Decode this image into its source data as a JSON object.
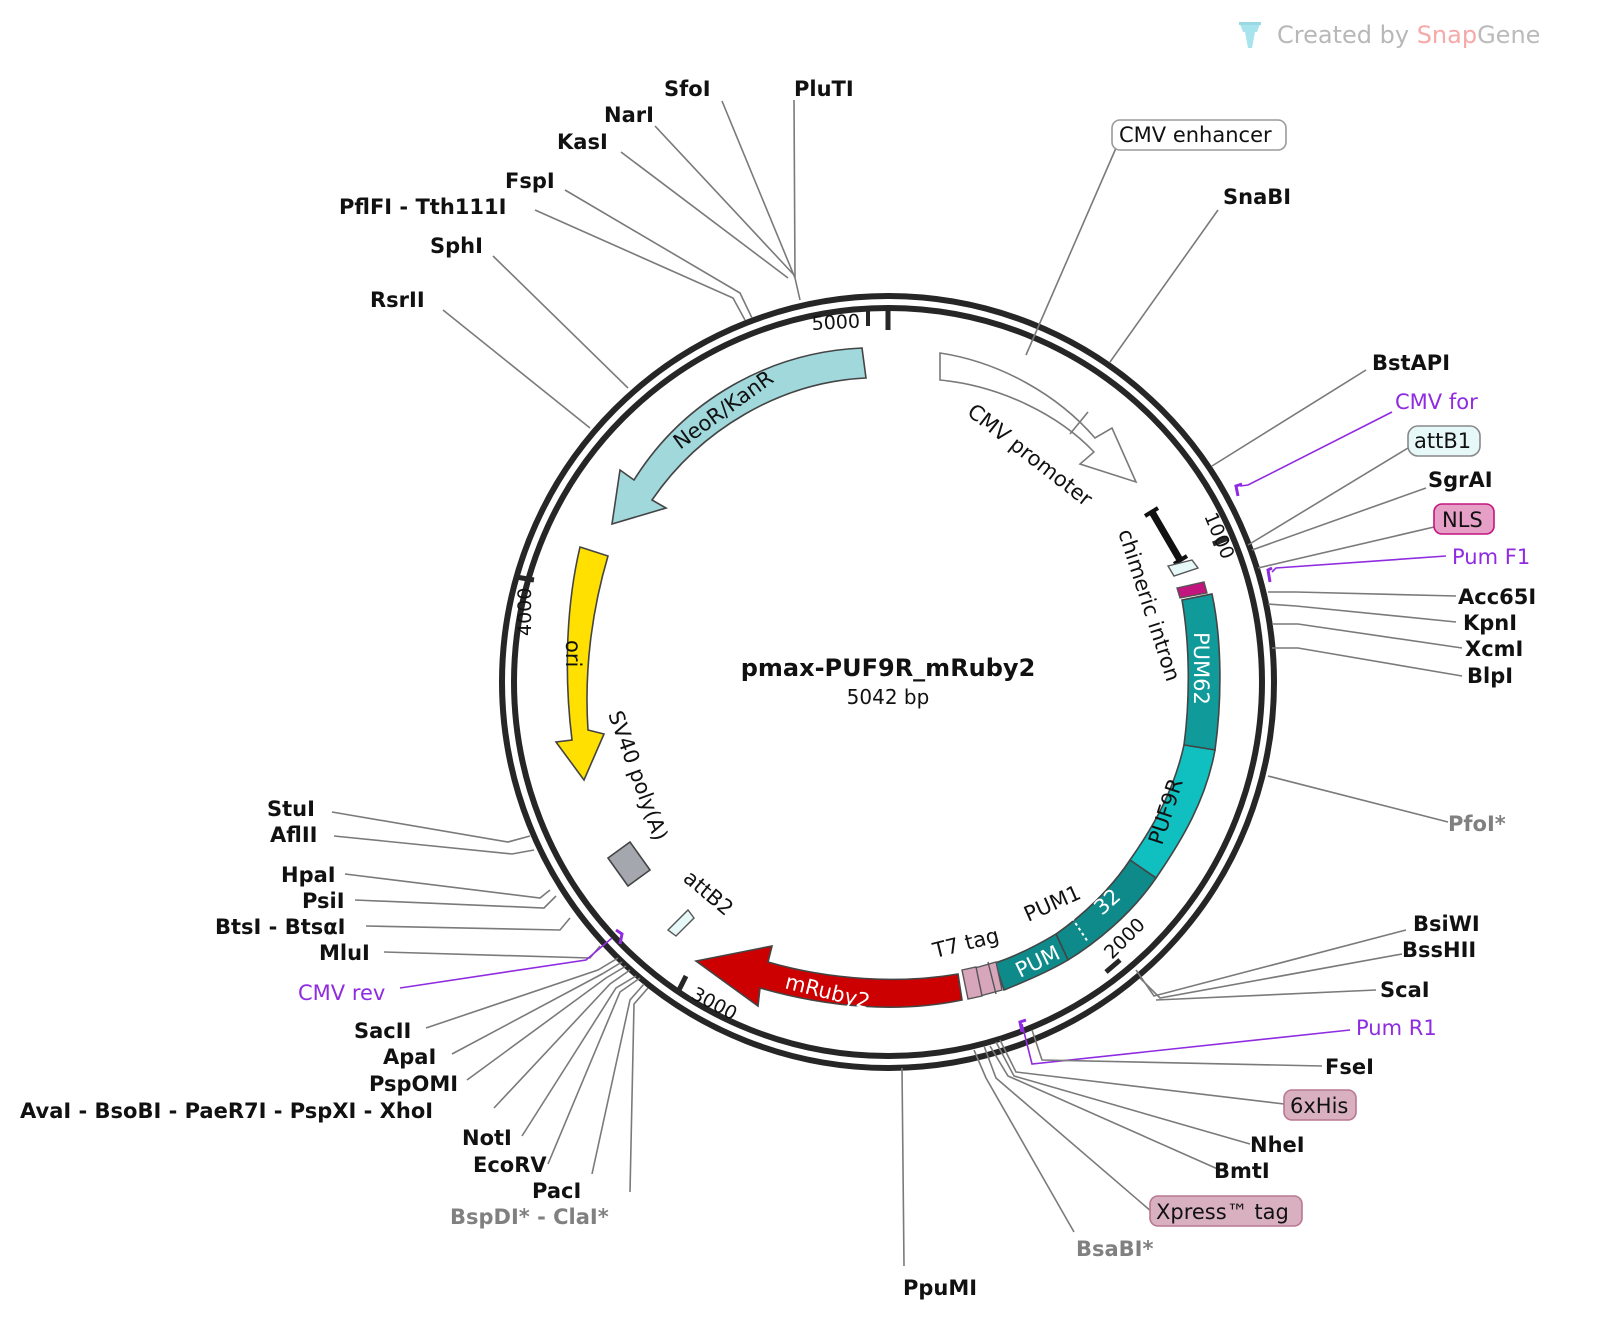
{
  "watermark": {
    "prefix": "Created by ",
    "brand1": "Snap",
    "brand2": "Gene",
    "color_prefix": "#b8b8b8",
    "color_brand1": "#f7a8a8",
    "color_brand2": "#bbbbbb"
  },
  "plasmid": {
    "name": "pmax-PUF9R_mRuby2",
    "length": "5042 bp"
  },
  "ticks": [
    "5000",
    "1000",
    "2000",
    "3000",
    "4000"
  ],
  "features": {
    "cmv_promoter": "CMV promoter",
    "chimeric_intron": "chimeric intron",
    "neor": "NeoR/KanR",
    "ori": "ori",
    "sv40": "SV40 poly(A)",
    "attb2": "attB2",
    "mruby2": "mRuby2",
    "t7": "T7 tag",
    "pum1": "PUM1",
    "pum": "PUM",
    "n32": "32",
    "puf9r": "PUF9R",
    "pum62": "PUM62"
  },
  "colors": {
    "neor": "#a0d8dc",
    "ori": "#ffe000",
    "mruby2": "#cc0000",
    "pum62": "#109a9a",
    "puf9r": "#10c0c0",
    "pum32": "#0e8a8a",
    "sv40": "#a4a8ae",
    "nls": "#e6a0c8",
    "his": "#d8b0c0",
    "primer": "#8f2be0"
  },
  "badges": {
    "cmv_enhancer": "CMV enhancer",
    "attb1": "attB1",
    "nls": "NLS",
    "his": "6xHis",
    "xpress": "Xpress™ tag"
  },
  "enzymes": {
    "sfoi": "SfoI",
    "pluti": "PluTI",
    "nari": "NarI",
    "kasi": "KasI",
    "fspi": "FspI",
    "pflfi": "PflFI - Tth111I",
    "sphi": "SphI",
    "rsrii": "RsrII",
    "snabi": "SnaBI",
    "bstapi": "BstAPI",
    "sgrai": "SgrAI",
    "acc65i": "Acc65I",
    "kpni": "KpnI",
    "xcmi": "XcmI",
    "blpi": "BlpI",
    "pfoi": "PfoI*",
    "bsiwi": "BsiWI",
    "bsshii": "BssHII",
    "scai": "ScaI",
    "fsei": "FseI",
    "nhei": "NheI",
    "bmti": "BmtI",
    "bsabi": "BsaBI*",
    "ppumi": "PpuMI",
    "stui": "StuI",
    "aflii": "AflII",
    "hpai": "HpaI",
    "psii": "PsiI",
    "btsi": "BtsI - BtsαI",
    "mlui": "MluI",
    "sacii": "SacII",
    "apai": "ApaI",
    "pspomi": "PspOMI",
    "avai": "AvaI - BsoBI - PaeR7I - PspXI - XhoI",
    "noti": "NotI",
    "ecorv": "EcoRV",
    "paci": "PacI",
    "bspdi": "BspDI* - ClaI*"
  },
  "primers": {
    "cmv_for": "CMV for",
    "pum_f1": "Pum F1",
    "pum_r1": "Pum R1",
    "cmv_rev": "CMV rev"
  }
}
